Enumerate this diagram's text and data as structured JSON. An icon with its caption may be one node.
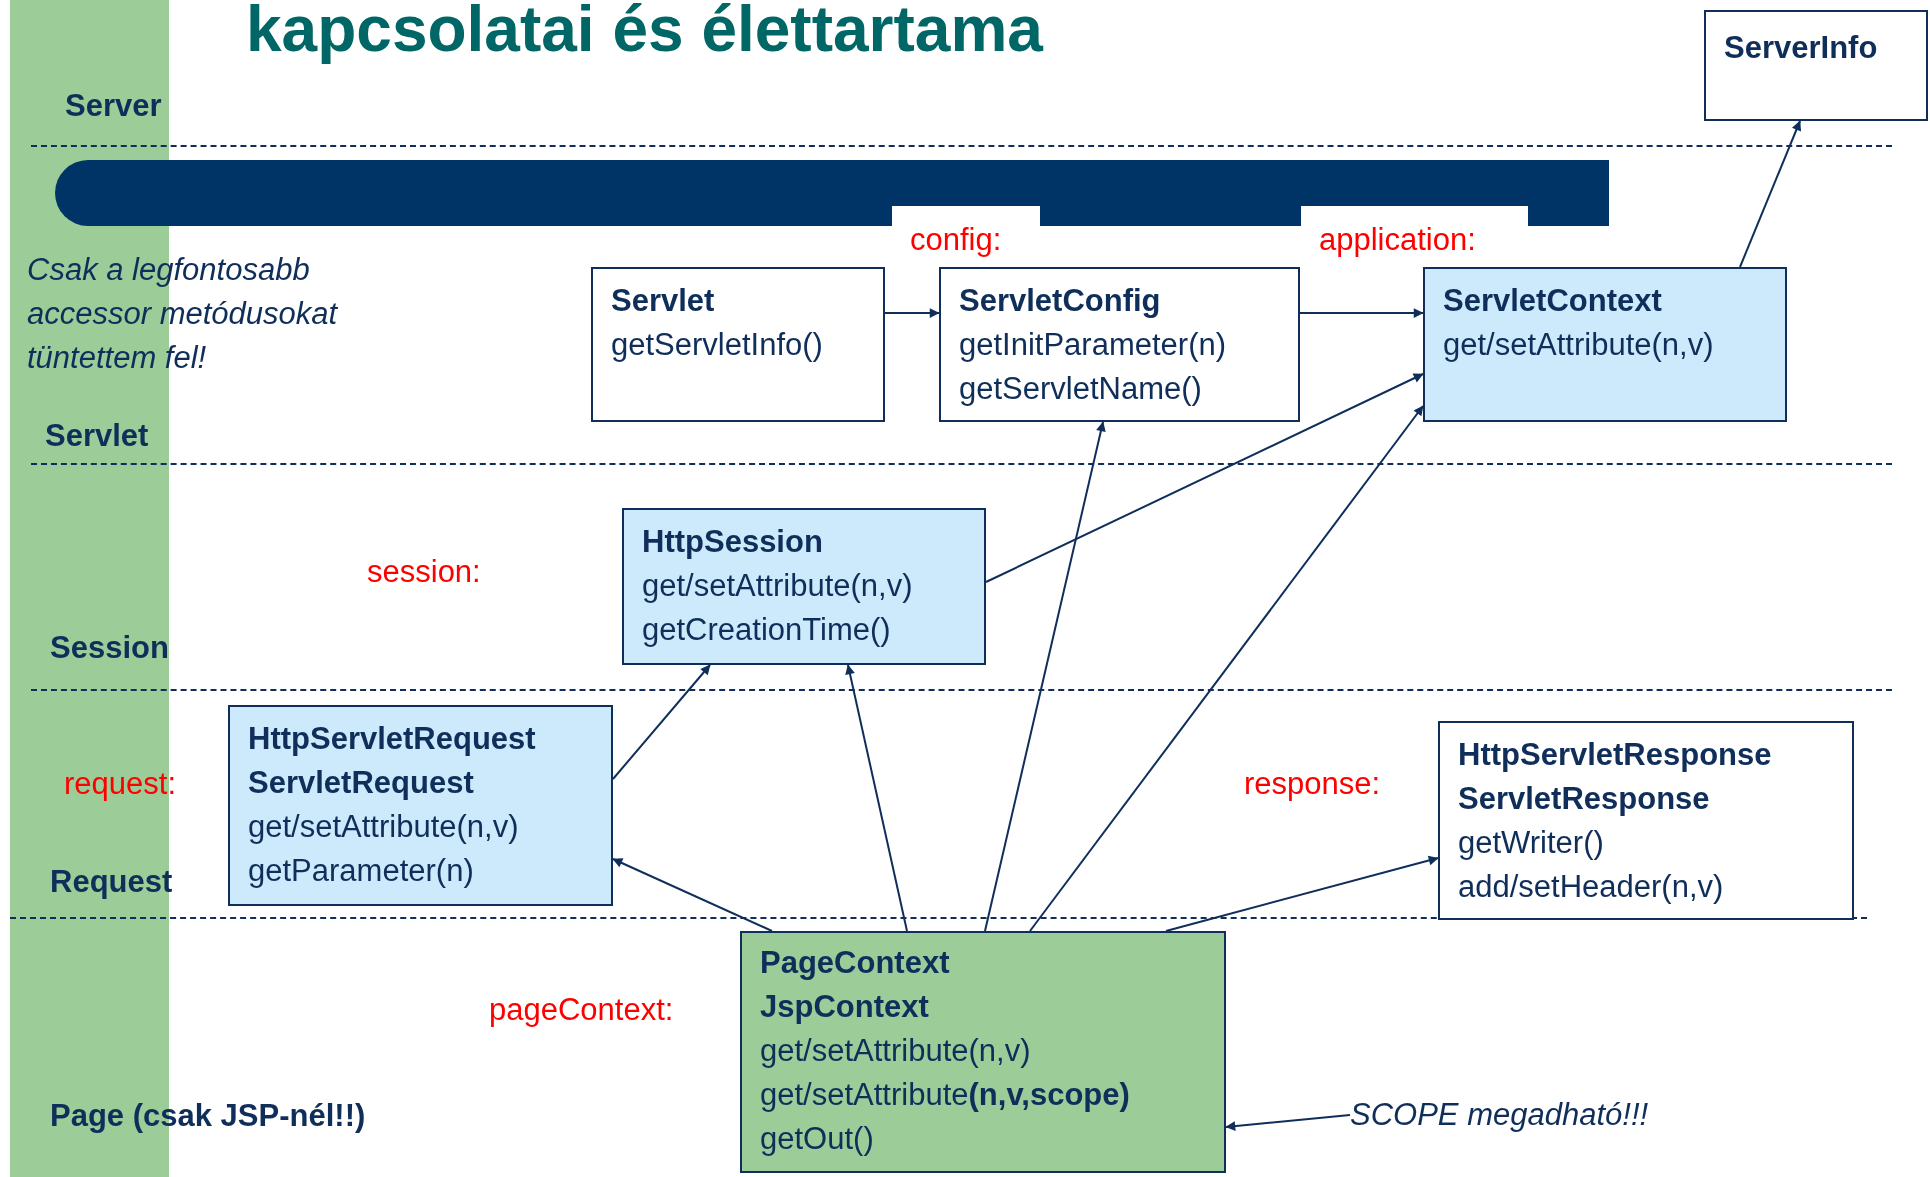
{
  "diagram": {
    "title": "kapcsolatai és élettartama",
    "nodes": [
      {
        "text": [
          "ServerInfo"
        ]
      },
      {
        "text": [
          "Servlet",
          "getServletInfo()"
        ]
      },
      {
        "text": [
          "ServletConfig",
          "getInitParameter(n)",
          "getServletName()"
        ]
      },
      {
        "text": [
          "ServletContext",
          "get/setAttribute(n,v)"
        ]
      },
      {
        "text": [
          "HttpSession",
          "get/setAttribute(n,v)",
          "getCreationTime()"
        ]
      },
      {
        "text": [
          "HttpServletRequest",
          "ServletRequest",
          "get/setAttribute(n,v)",
          "getParameter(n)"
        ]
      },
      {
        "text": [
          "HttpServletResponse",
          "ServletResponse",
          "getWriter()",
          "add/setHeader(n,v)"
        ]
      },
      {
        "text": [
          "PageContext",
          "JspContext",
          "get/setAttribute(n,v)",
          "get/setAttribute**(n,v,scope)**",
          "getOut()"
        ]
      },
      {
        "text": [
          "SCOPE megadható!!!"
        ]
      },
      {
        "text": [],
        "shape": "bar"
      }
    ],
    "edges": [
      {
        "from": 1,
        "to": 2,
        "arrow": "to"
      },
      {
        "from": 2,
        "to": 3,
        "arrow": "to"
      },
      {
        "from": 3,
        "to": 0,
        "arrow": "to"
      },
      {
        "from": 4,
        "to": 3,
        "arrow": "to"
      },
      {
        "from": 5,
        "to": 4,
        "arrow": "to"
      },
      {
        "from": 7,
        "to": 5,
        "arrow": "to"
      },
      {
        "from": 7,
        "to": 4,
        "arrow": "to"
      },
      {
        "from": 7,
        "to": 2,
        "arrow": "to"
      },
      {
        "from": 7,
        "to": 3,
        "arrow": "to"
      },
      {
        "from": 7,
        "to": 6,
        "arrow": "to"
      },
      {
        "from": 8,
        "to": 7,
        "arrow": "to"
      }
    ],
    "labels": [
      "Server",
      "Csak a legfontosabb accessor metódusokat tüntettem fel!",
      "config:",
      "application:",
      "Servlet",
      "session:",
      "Session",
      "request:",
      "response:",
      "Request",
      "pageContext:",
      "Page (csak JSP-nél!!)"
    ]
  }
}
